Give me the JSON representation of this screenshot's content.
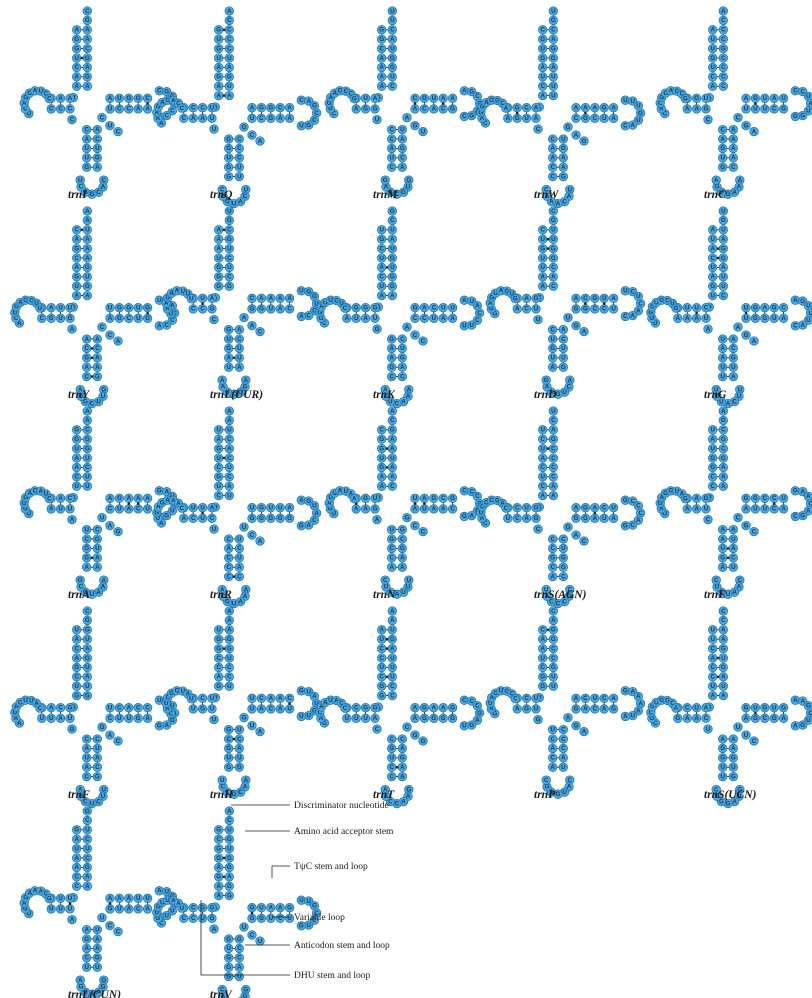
{
  "figure": {
    "panels": [
      {
        "label": "trnI"
      },
      {
        "label": "trnQ"
      },
      {
        "label": "trnM"
      },
      {
        "label": "trnW"
      },
      {
        "label": "trnC"
      },
      {
        "label": "trnY"
      },
      {
        "label": "trnL(UUR)"
      },
      {
        "label": "trnK"
      },
      {
        "label": "trnD"
      },
      {
        "label": "trnG"
      },
      {
        "label": "trnA"
      },
      {
        "label": "trnR"
      },
      {
        "label": "trnN"
      },
      {
        "label": "trnS(AGN)"
      },
      {
        "label": "trnE"
      },
      {
        "label": "trnF"
      },
      {
        "label": "trnH"
      },
      {
        "label": "trnT"
      },
      {
        "label": "trnP"
      },
      {
        "label": "trnS(UCN)"
      },
      {
        "label": "trnL(CUN)"
      },
      {
        "label": "trnV"
      }
    ],
    "annotations": [
      {
        "text": "Discriminator nucleotide"
      },
      {
        "text": "Amino acid acceptor stem"
      },
      {
        "text": "TψC stem and loop"
      },
      {
        "text": "Variable loop"
      },
      {
        "text": "Anticodon stem and loop"
      },
      {
        "text": "DHU stem and loop"
      }
    ],
    "colors": {
      "nucleotide_fill": "#4aa8e0",
      "nucleotide_stroke": "#1f6fa5",
      "bond_line": "#222222",
      "background": "#ffffff"
    }
  }
}
